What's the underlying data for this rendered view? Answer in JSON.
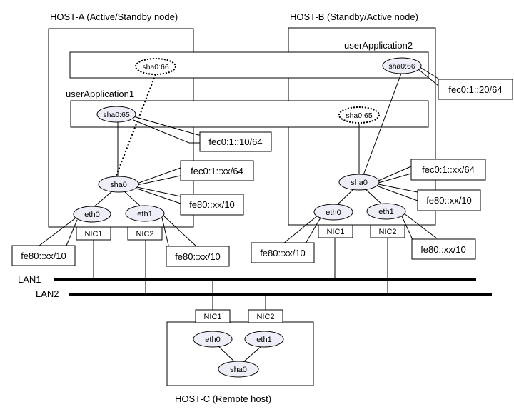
{
  "hosts": {
    "a": "HOST-A (Active/Standby node)",
    "b": "HOST-B (Standby/Active node)",
    "c": "HOST-C (Remote host)"
  },
  "apps": {
    "app1": "userApplication1",
    "app2": "userApplication2"
  },
  "ifaces": {
    "sha0_66": "sha0:66",
    "sha0_65": "sha0:65",
    "sha0": "sha0",
    "eth0": "eth0",
    "eth1": "eth1"
  },
  "nics": {
    "nic1": "NIC1",
    "nic2": "NIC2"
  },
  "addresses": {
    "a_fec0_10": "fec0:1::10/64",
    "a_fec0_xx": "fec0:1::xx/64",
    "a_fe80_sha0": "fe80::xx/10",
    "a_fe80_eth0": "fe80::xx/10",
    "a_fe80_eth1": "fe80::xx/10",
    "b_fec0_20": "fec0:1::20/64",
    "b_fec0_xx": "fec0:1::xx/64",
    "b_fe80_sha0": "fe80::xx/10",
    "b_fe80_eth0": "fe80::xx/10",
    "b_fe80_eth1": "fe80::xx/10"
  },
  "lans": {
    "lan1": "LAN1",
    "lan2": "LAN2"
  },
  "colors": {
    "node_fill": "#eeeef8",
    "line": "#000000"
  }
}
